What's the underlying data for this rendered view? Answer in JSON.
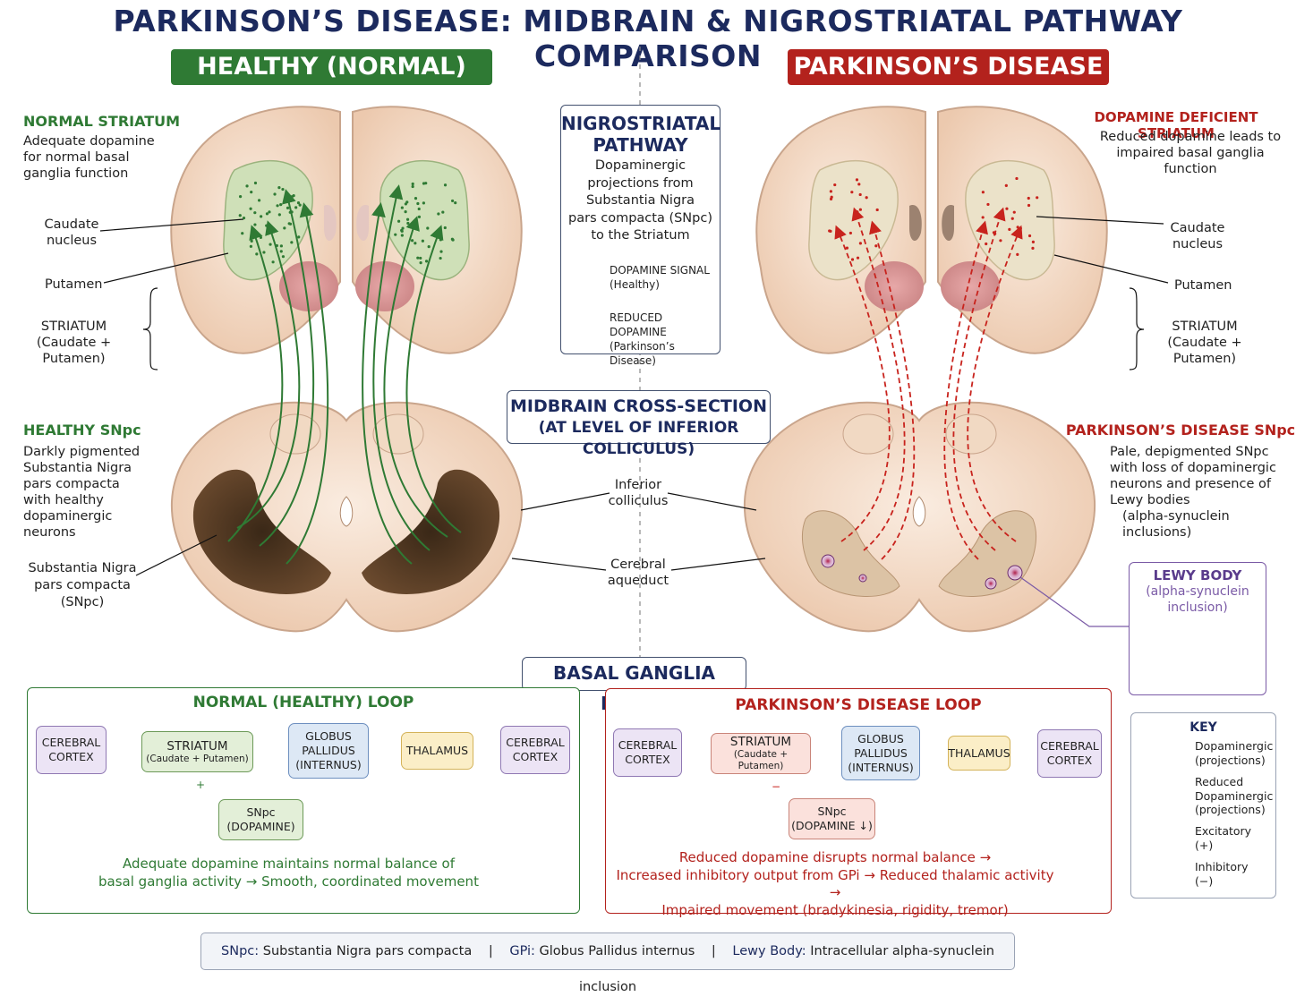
{
  "title": "PARKINSON’S DISEASE: MIDBRAIN & NIGROSTRIATAL PATHWAY COMPARISON",
  "banners": {
    "healthy": "HEALTHY (NORMAL)",
    "parkinsons": "PARKINSON’S DISEASE"
  },
  "left": {
    "normal_striatum_head": "NORMAL STRIATUM",
    "normal_striatum_text": [
      "Adequate dopamine",
      "for normal basal",
      "ganglia function"
    ],
    "caudate": [
      "Caudate",
      "nucleus"
    ],
    "putamen": "Putamen",
    "striatum": [
      "STRIATUM",
      "(Caudate + Putamen)"
    ],
    "snpc_head": "HEALTHY SNpc",
    "snpc_text": [
      "Darkly pigmented",
      "Substantia Nigra",
      "pars compacta",
      "with healthy",
      "dopaminergic",
      "neurons"
    ],
    "snpc_label": [
      "Substantia Nigra",
      "pars compacta",
      "(SNpc)"
    ]
  },
  "right": {
    "striatum_head": "DOPAMINE DEFICIENT STRIATUM",
    "striatum_text": [
      "Reduced dopamine leads to",
      "impaired basal ganglia",
      "function"
    ],
    "caudate": [
      "Caudate",
      "nucleus"
    ],
    "putamen": "Putamen",
    "striatum": [
      "STRIATUM",
      "(Caudate + Putamen)"
    ],
    "snpc_head": "PARKINSON’S DISEASE SNpc",
    "snpc_text": [
      "Pale, depigmented SNpc",
      "with loss of dopaminergic",
      "neurons and presence of",
      "Lewy bodies",
      "(alpha-synuclein",
      "inclusions)"
    ],
    "lewy_title": "LEWY BODY",
    "lewy_sub": [
      "(alpha-synuclein",
      "inclusion)"
    ]
  },
  "pathway": {
    "title": [
      "NIGROSTRIATAL",
      "PATHWAY"
    ],
    "desc": [
      "Dopaminergic",
      "projections from",
      "Substantia Nigra",
      "pars compacta (SNpc)",
      "to the Striatum"
    ],
    "legend_dopamine": [
      "DOPAMINE SIGNAL",
      "(Healthy)"
    ],
    "legend_reduced": [
      "REDUCED DOPAMINE",
      "(Parkinson’s Disease)"
    ]
  },
  "midbrain": {
    "title": [
      "MIDBRAIN CROSS-SECTION",
      "(AT LEVEL OF INFERIOR COLLICULUS)"
    ],
    "inferior": [
      "Inferior",
      "colliculus"
    ],
    "aqueduct": [
      "Cerebral",
      "aqueduct"
    ]
  },
  "loops": {
    "header": "BASAL GANGLIA LOOPS",
    "normal": {
      "title": "NORMAL (HEALTHY) LOOP",
      "cortex": [
        "CEREBRAL",
        "CORTEX"
      ],
      "striatum": "STRIATUM",
      "striatum_sub": "(Caudate + Putamen)",
      "gp": [
        "GLOBUS",
        "PALLIDUS",
        "(INTERNUS)"
      ],
      "thalamus": "THALAMUS",
      "cortex2": [
        "CEREBRAL",
        "CORTEX"
      ],
      "snpc": [
        "SNpc",
        "(DOPAMINE)"
      ],
      "sign": "+",
      "caption": [
        "Adequate dopamine maintains normal balance of",
        "basal ganglia activity → Smooth, coordinated movement"
      ]
    },
    "pd": {
      "title": "PARKINSON’S DISEASE LOOP",
      "cortex": [
        "CEREBRAL",
        "CORTEX"
      ],
      "striatum": "STRIATUM",
      "striatum_sub": "(Caudate + Putamen)",
      "gp": [
        "GLOBUS",
        "PALLIDUS",
        "(INTERNUS)"
      ],
      "thalamus": "THALAMUS",
      "cortex2": [
        "CEREBRAL",
        "CORTEX"
      ],
      "snpc": [
        "SNpc",
        "(DOPAMINE ↓)"
      ],
      "sign": "−",
      "caption": [
        "Reduced dopamine disrupts normal balance →",
        "Increased inhibitory output from GPi → Reduced thalamic activity →",
        "Impaired movement (bradykinesia, rigidity, tremor)"
      ]
    }
  },
  "key": {
    "title": "KEY",
    "dopaminergic": [
      "Dopaminergic",
      "(projections)"
    ],
    "reduced": [
      "Reduced",
      "Dopaminergic",
      "(projections)"
    ],
    "excitatory": [
      "Excitatory",
      "(+)"
    ],
    "inhibitory": [
      "Inhibitory",
      "(−)"
    ]
  },
  "footer": {
    "snpc_abbr": "SNpc:",
    "snpc_full": "Substantia Nigra pars compacta",
    "gpi_abbr": "GPi:",
    "gpi_full": "Globus Pallidus internus",
    "lewy_abbr": "Lewy Body:",
    "lewy_full": "Intracellular alpha-synuclein inclusion",
    "sep": "|"
  },
  "colors": {
    "green": "#2f7a34",
    "red": "#b3221d",
    "navy": "#1c2a5e",
    "tissue": "#f3dfcf",
    "tissue_edge": "#c9a58c"
  }
}
